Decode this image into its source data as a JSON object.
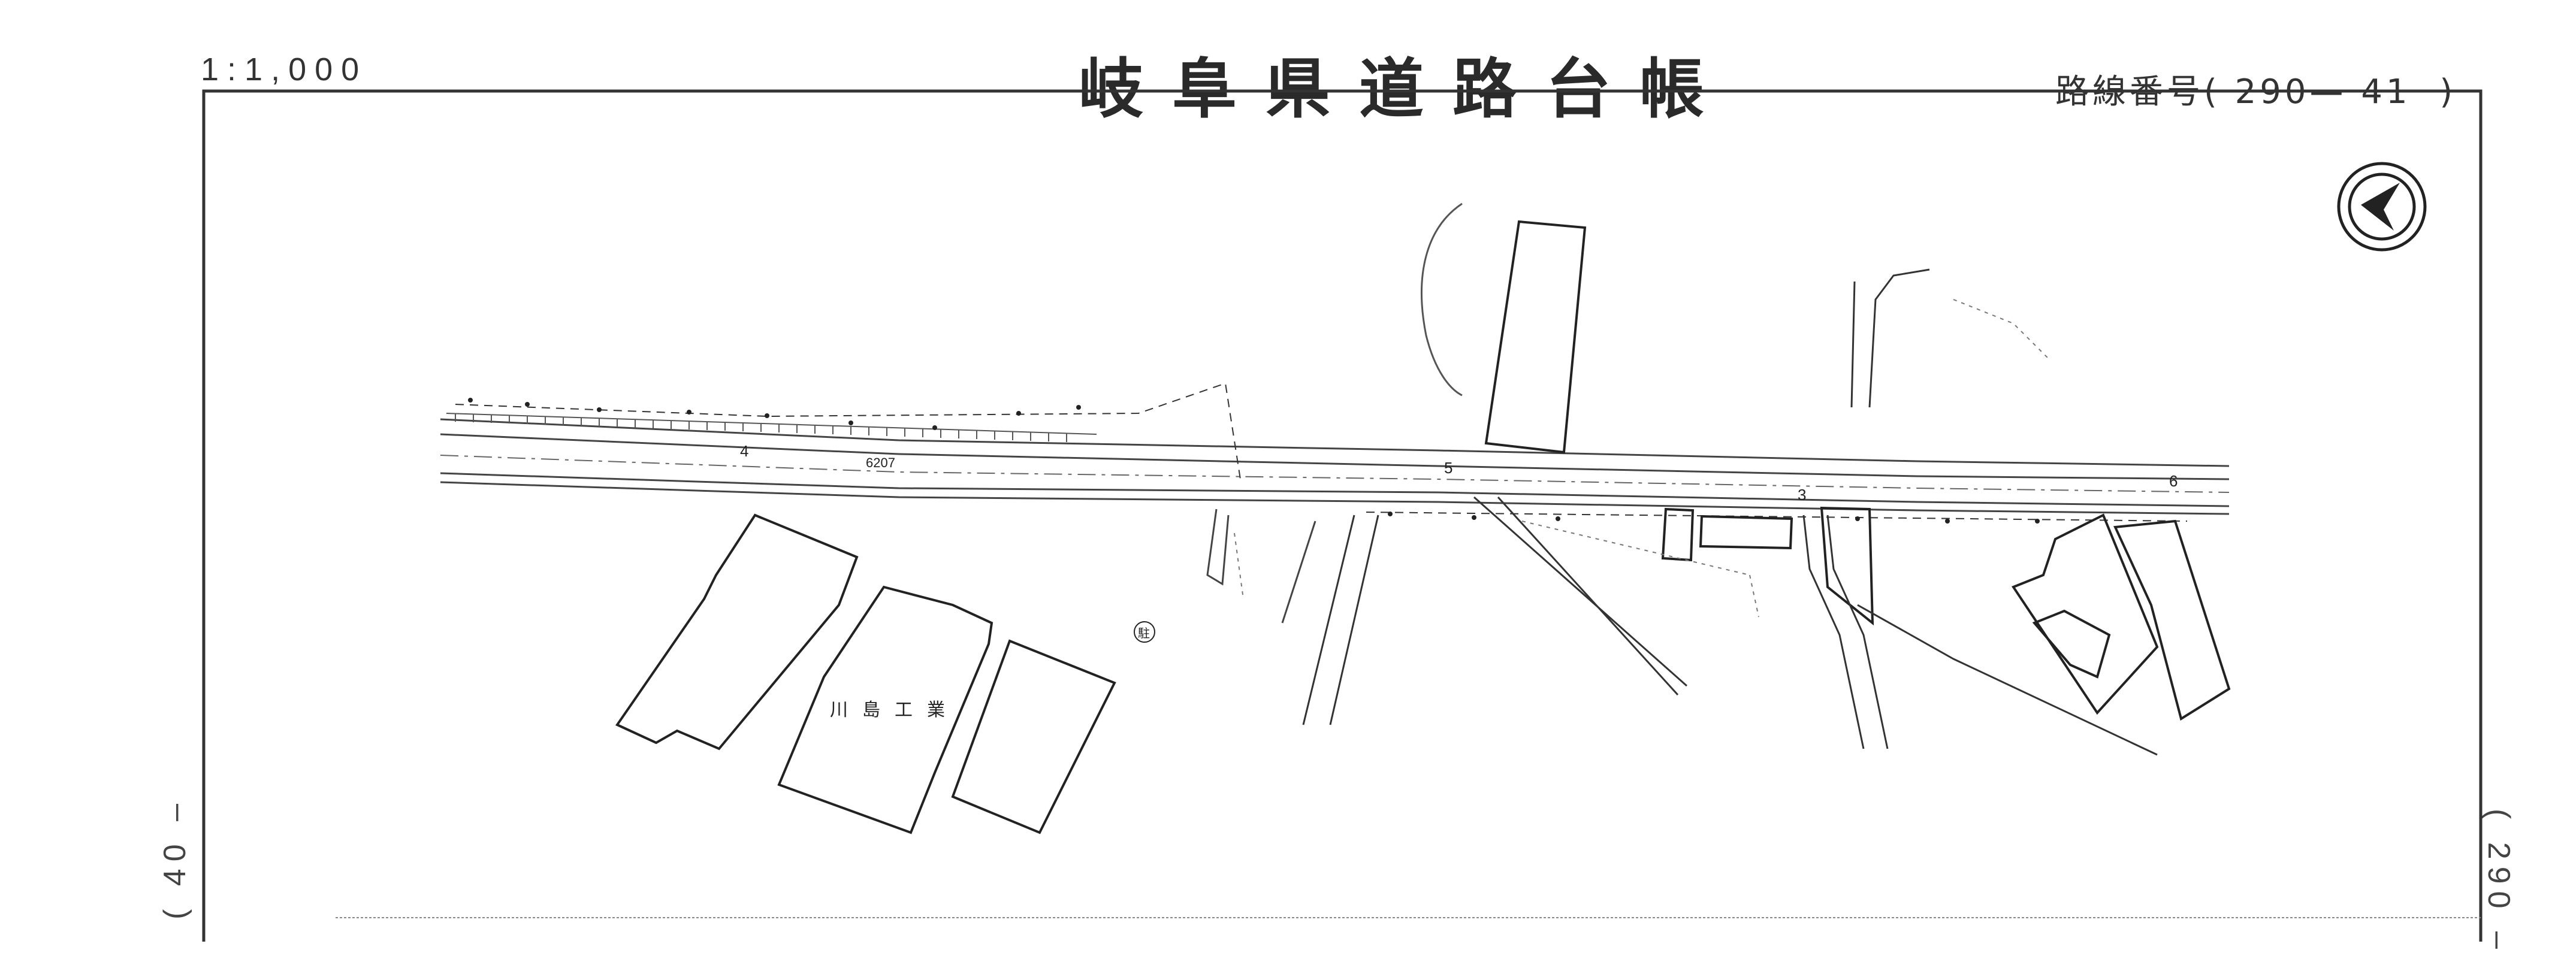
{
  "header": {
    "scale": "1:1,000",
    "title": "岐阜県道路台帳",
    "route_number": "路線番号( 290— 41  )"
  },
  "side_labels": {
    "left_adjacent": "( 40 –",
    "right_adjacent": "( 290 –"
  },
  "map": {
    "labels": {
      "factory_name": "川島工業",
      "distance_value": "6207",
      "parking_symbol": "駐"
    },
    "station_numbers": [
      "4",
      "5",
      "3",
      "6"
    ],
    "north_arrow": "north-arrow-icon"
  }
}
